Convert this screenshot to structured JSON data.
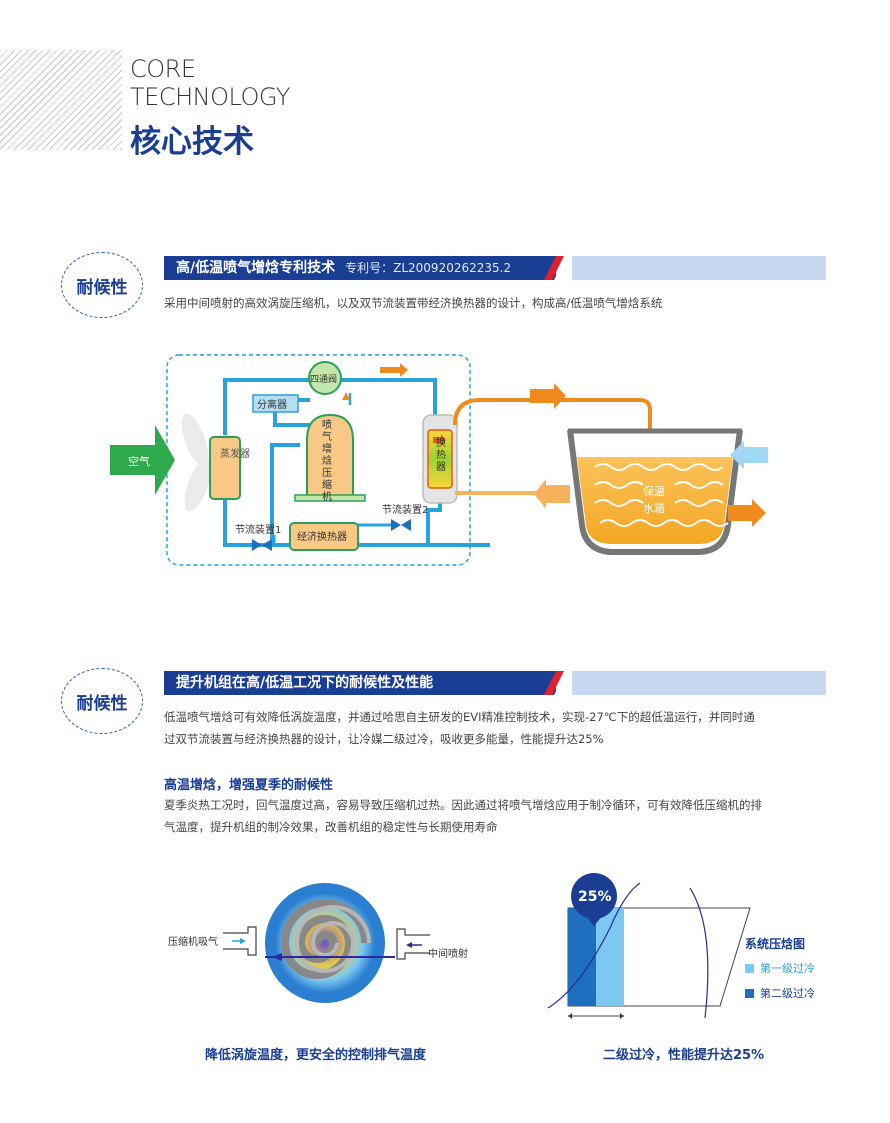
{
  "header": {
    "en_line1": "CORE",
    "en_line2": "TECHNOLOGY",
    "zh_title": "核心技术"
  },
  "section1": {
    "badge": "耐候性",
    "band_title": "高/低温喷气增焓专利技术",
    "patent": "专利号：ZL200920262235.2",
    "description": "采用中间喷射的高效涡旋压缩机，以及双节流装置带经济换热器的设计，构成高/低温喷气增焓系统",
    "diagram": {
      "air": "空气",
      "evaporator": "蒸发器",
      "separator": "分离器",
      "four_way": "四通阀",
      "compressor": "喷气增焓压缩机",
      "heat_exchanger": "换热器",
      "throttle1": "节流装置1",
      "throttle2": "节流装置2",
      "economizer": "经济换热器",
      "tank_line1": "保温",
      "tank_line2": "水箱"
    }
  },
  "section2": {
    "badge": "耐候性",
    "band_title": "提升机组在高/低温工况下的耐候性及性能",
    "description_l1": "低温喷气增焓可有效降低涡旋温度，并通过哈思自主研发的EVI精准控制技术，实现-27℃下的超低温运行，并同时通",
    "description_l2": "过双节流装置与经济换热器的设计，让冷媒二级过冷，吸收更多能量，性能提升达25%",
    "subtitle": "高温增焓，增强夏季的耐候性",
    "body_l1": "夏季炎热工况时，回气温度过高，容易导致压缩机过热。因此通过将喷气增焓应用于制冷循环，可有效降低压缩机的排",
    "body_l2": "气温度，提升机组的制冷效果，改善机组的稳定性与长期使用寿命",
    "left_figure": {
      "suction_label": "压缩机吸气",
      "injection_label": "中间喷射",
      "caption": "降低涡旋温度，更安全的控制排气温度"
    },
    "right_figure": {
      "percent": "25%",
      "legend_title": "系统压焓图",
      "legend1": "第一级过冷",
      "legend2": "第二级过冷",
      "caption": "二级过冷，性能提升达25%",
      "colors": {
        "first": "#7cc8f0",
        "second": "#1f6fc0",
        "badge": "#1b3e95"
      }
    }
  },
  "colors": {
    "brand": "#1b3e95",
    "accent_red": "#e0202c",
    "light_band": "#c6d9f1",
    "pipe": "#29a3dc",
    "hot": "#f08a1c"
  }
}
